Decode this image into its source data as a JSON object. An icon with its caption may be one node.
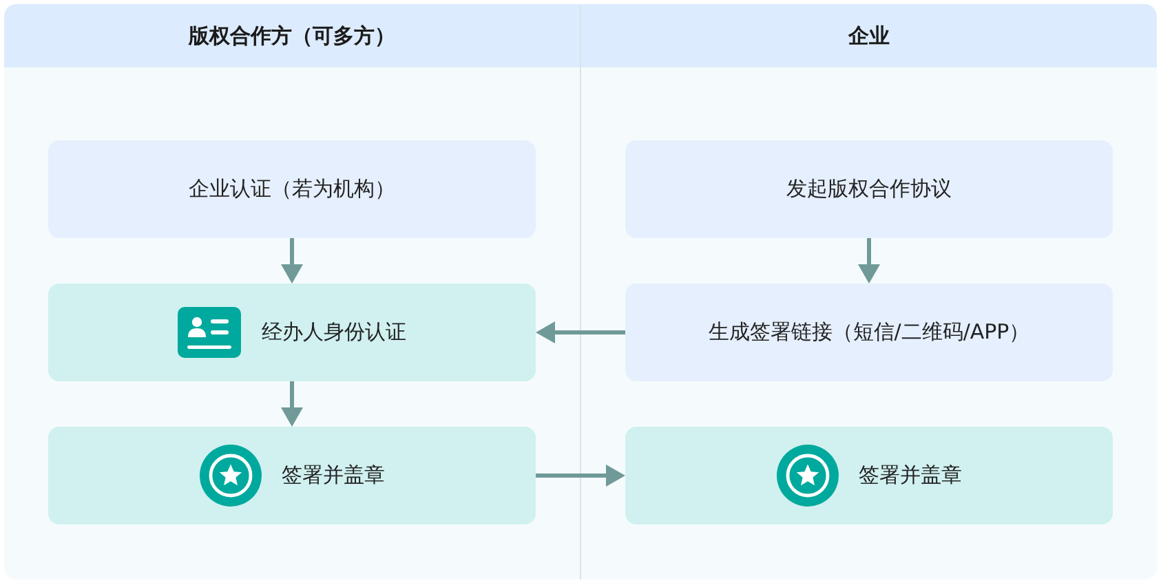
{
  "diagram": {
    "nodes": [
      {
        "text": [
          "版权合作方（可多方）"
        ]
      },
      {
        "text": [
          "企业"
        ]
      },
      {
        "text": [
          "企业认证（若为机构）"
        ],
        "in": 0
      },
      {
        "text": [
          "发起版权合作协议"
        ],
        "in": 1
      },
      {
        "text": [
          "经办人身份认证"
        ],
        "in": 0
      },
      {
        "text": [
          "生成签署链接（短信/二维码/APP）"
        ],
        "in": 1
      },
      {
        "text": [
          "签署并盖章"
        ],
        "in": 0
      },
      {
        "text": [
          "签署并盖章"
        ],
        "in": 1
      }
    ],
    "edges": [
      {
        "from": 2,
        "to": 4,
        "arrow": "to"
      },
      {
        "from": 3,
        "to": 5,
        "arrow": "to"
      },
      {
        "from": 5,
        "to": 4,
        "arrow": "to"
      },
      {
        "from": 4,
        "to": 6,
        "arrow": "to"
      },
      {
        "from": 6,
        "to": 7,
        "arrow": "to"
      }
    ]
  }
}
